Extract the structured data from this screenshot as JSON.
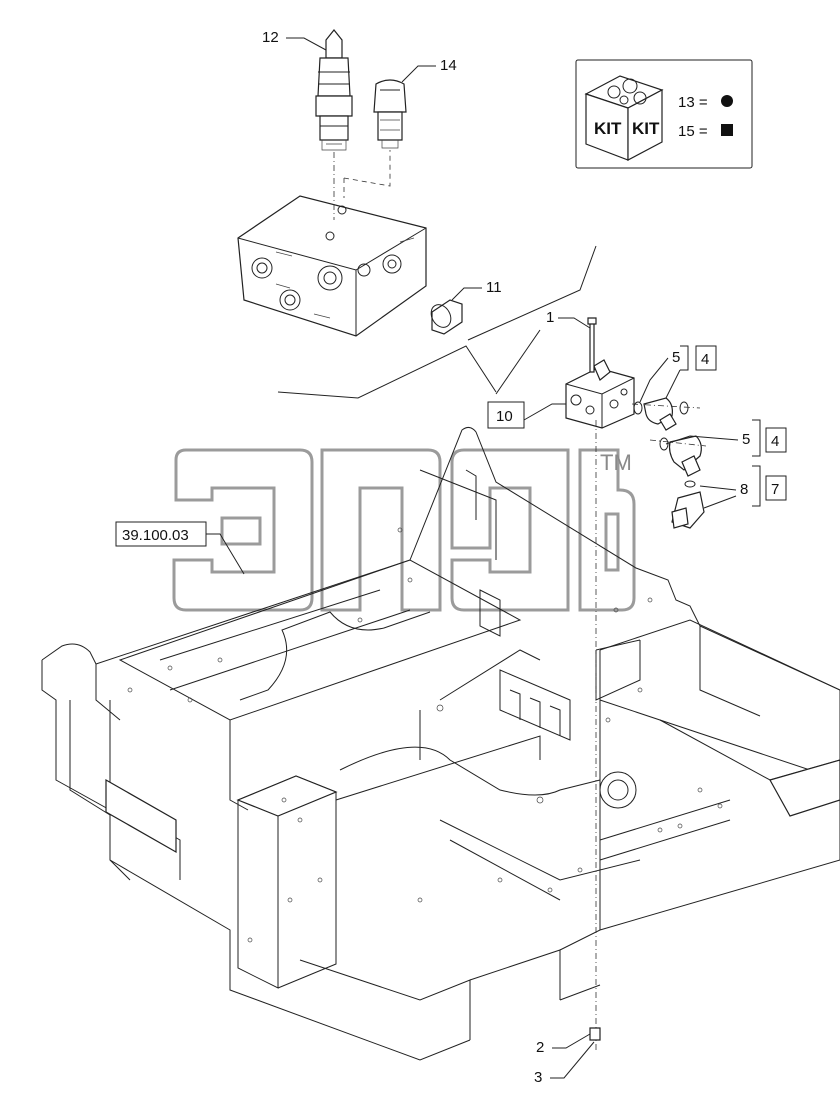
{
  "callouts": {
    "c12": "12",
    "c14": "14",
    "c11": "11",
    "c1": "1",
    "c10": "10",
    "c5a": "5",
    "c4a": "4",
    "c5b": "5",
    "c4b": "4",
    "c8": "8",
    "c7": "7",
    "c2": "2",
    "c3": "3",
    "ref": "39.100.03"
  },
  "kit_legend": {
    "face_left": "KIT",
    "face_right": "KIT",
    "row1_label": "13 =",
    "row1_symbol": "circle",
    "row2_label": "15 =",
    "row2_symbol": "square"
  },
  "watermark": {
    "trademark": "TM"
  }
}
